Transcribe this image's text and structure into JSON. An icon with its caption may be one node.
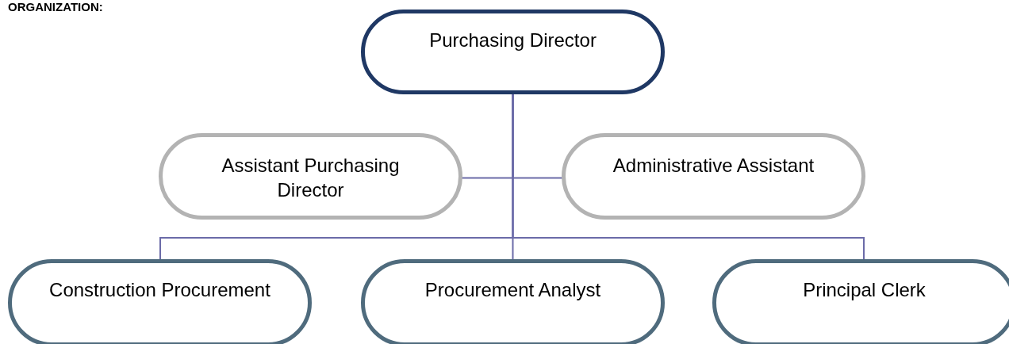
{
  "diagram": {
    "title": "ORGANIZATION:",
    "nodes": [
      {
        "text": [
          "Purchasing Director"
        ]
      },
      {
        "text": [
          "Assistant Purchasing Director"
        ]
      },
      {
        "text": [
          "Administrative Assistant"
        ]
      },
      {
        "text": [
          "Construction Procurement"
        ]
      },
      {
        "text": [
          "Procurement Analyst"
        ]
      },
      {
        "text": [
          "Principal Clerk"
        ]
      }
    ],
    "edges": [
      {
        "from": 0,
        "to": 1,
        "arrow": "none"
      },
      {
        "from": 0,
        "to": 2,
        "arrow": "none"
      },
      {
        "from": 0,
        "to": 3,
        "arrow": "none"
      },
      {
        "from": 0,
        "to": 4,
        "arrow": "none"
      },
      {
        "from": 0,
        "to": 5,
        "arrow": "none"
      }
    ]
  }
}
